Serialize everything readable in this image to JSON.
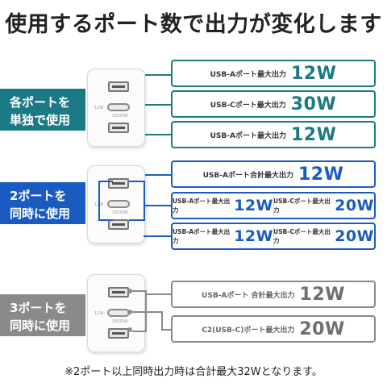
{
  "title": "使用するポート数で出力が変化します",
  "colors": {
    "teal": "#1c7a86",
    "blue": "#1a5bc2",
    "gray": "#8a8a8a"
  },
  "sections": [
    {
      "label_line1": "各ポートを",
      "label_line2": "単独で使用",
      "charger_text": [
        "12W",
        "20/30W"
      ],
      "boxes": [
        {
          "label": "USB-Aポート最大出力",
          "value": "12W"
        },
        {
          "label": "USB-Cポート最大出力",
          "value": "30W"
        },
        {
          "label": "USB-Aポート最大出力",
          "value": "12W"
        }
      ]
    },
    {
      "label_line1": "2ポートを",
      "label_line2": "同時に使用",
      "charger_text": [
        "12W",
        "20/30W"
      ],
      "top_box": {
        "label": "USB-Aポート合計最大出力",
        "value": "12W"
      },
      "rows": [
        {
          "a_label": "USB-Aポート最大出力",
          "a_value": "12W",
          "c_label": "USB-Cポート最大出力",
          "c_value": "20W"
        },
        {
          "a_label": "USB-Aポート最大出力",
          "a_value": "12W",
          "c_label": "USB-Cポート最大出力",
          "c_value": "20W"
        }
      ]
    },
    {
      "label_line1": "3ポートを",
      "label_line2": "同時に使用",
      "charger_text": [
        "12W",
        "20/30W"
      ],
      "boxes": [
        {
          "label": "USB-Aポート 合計最大出力",
          "value": "12W"
        },
        {
          "label": "C2(USB-C)ポート最大出力",
          "value": "20W"
        }
      ]
    }
  ],
  "note": "※2ポート以上同時出力時は合計最大32Wとなります。"
}
